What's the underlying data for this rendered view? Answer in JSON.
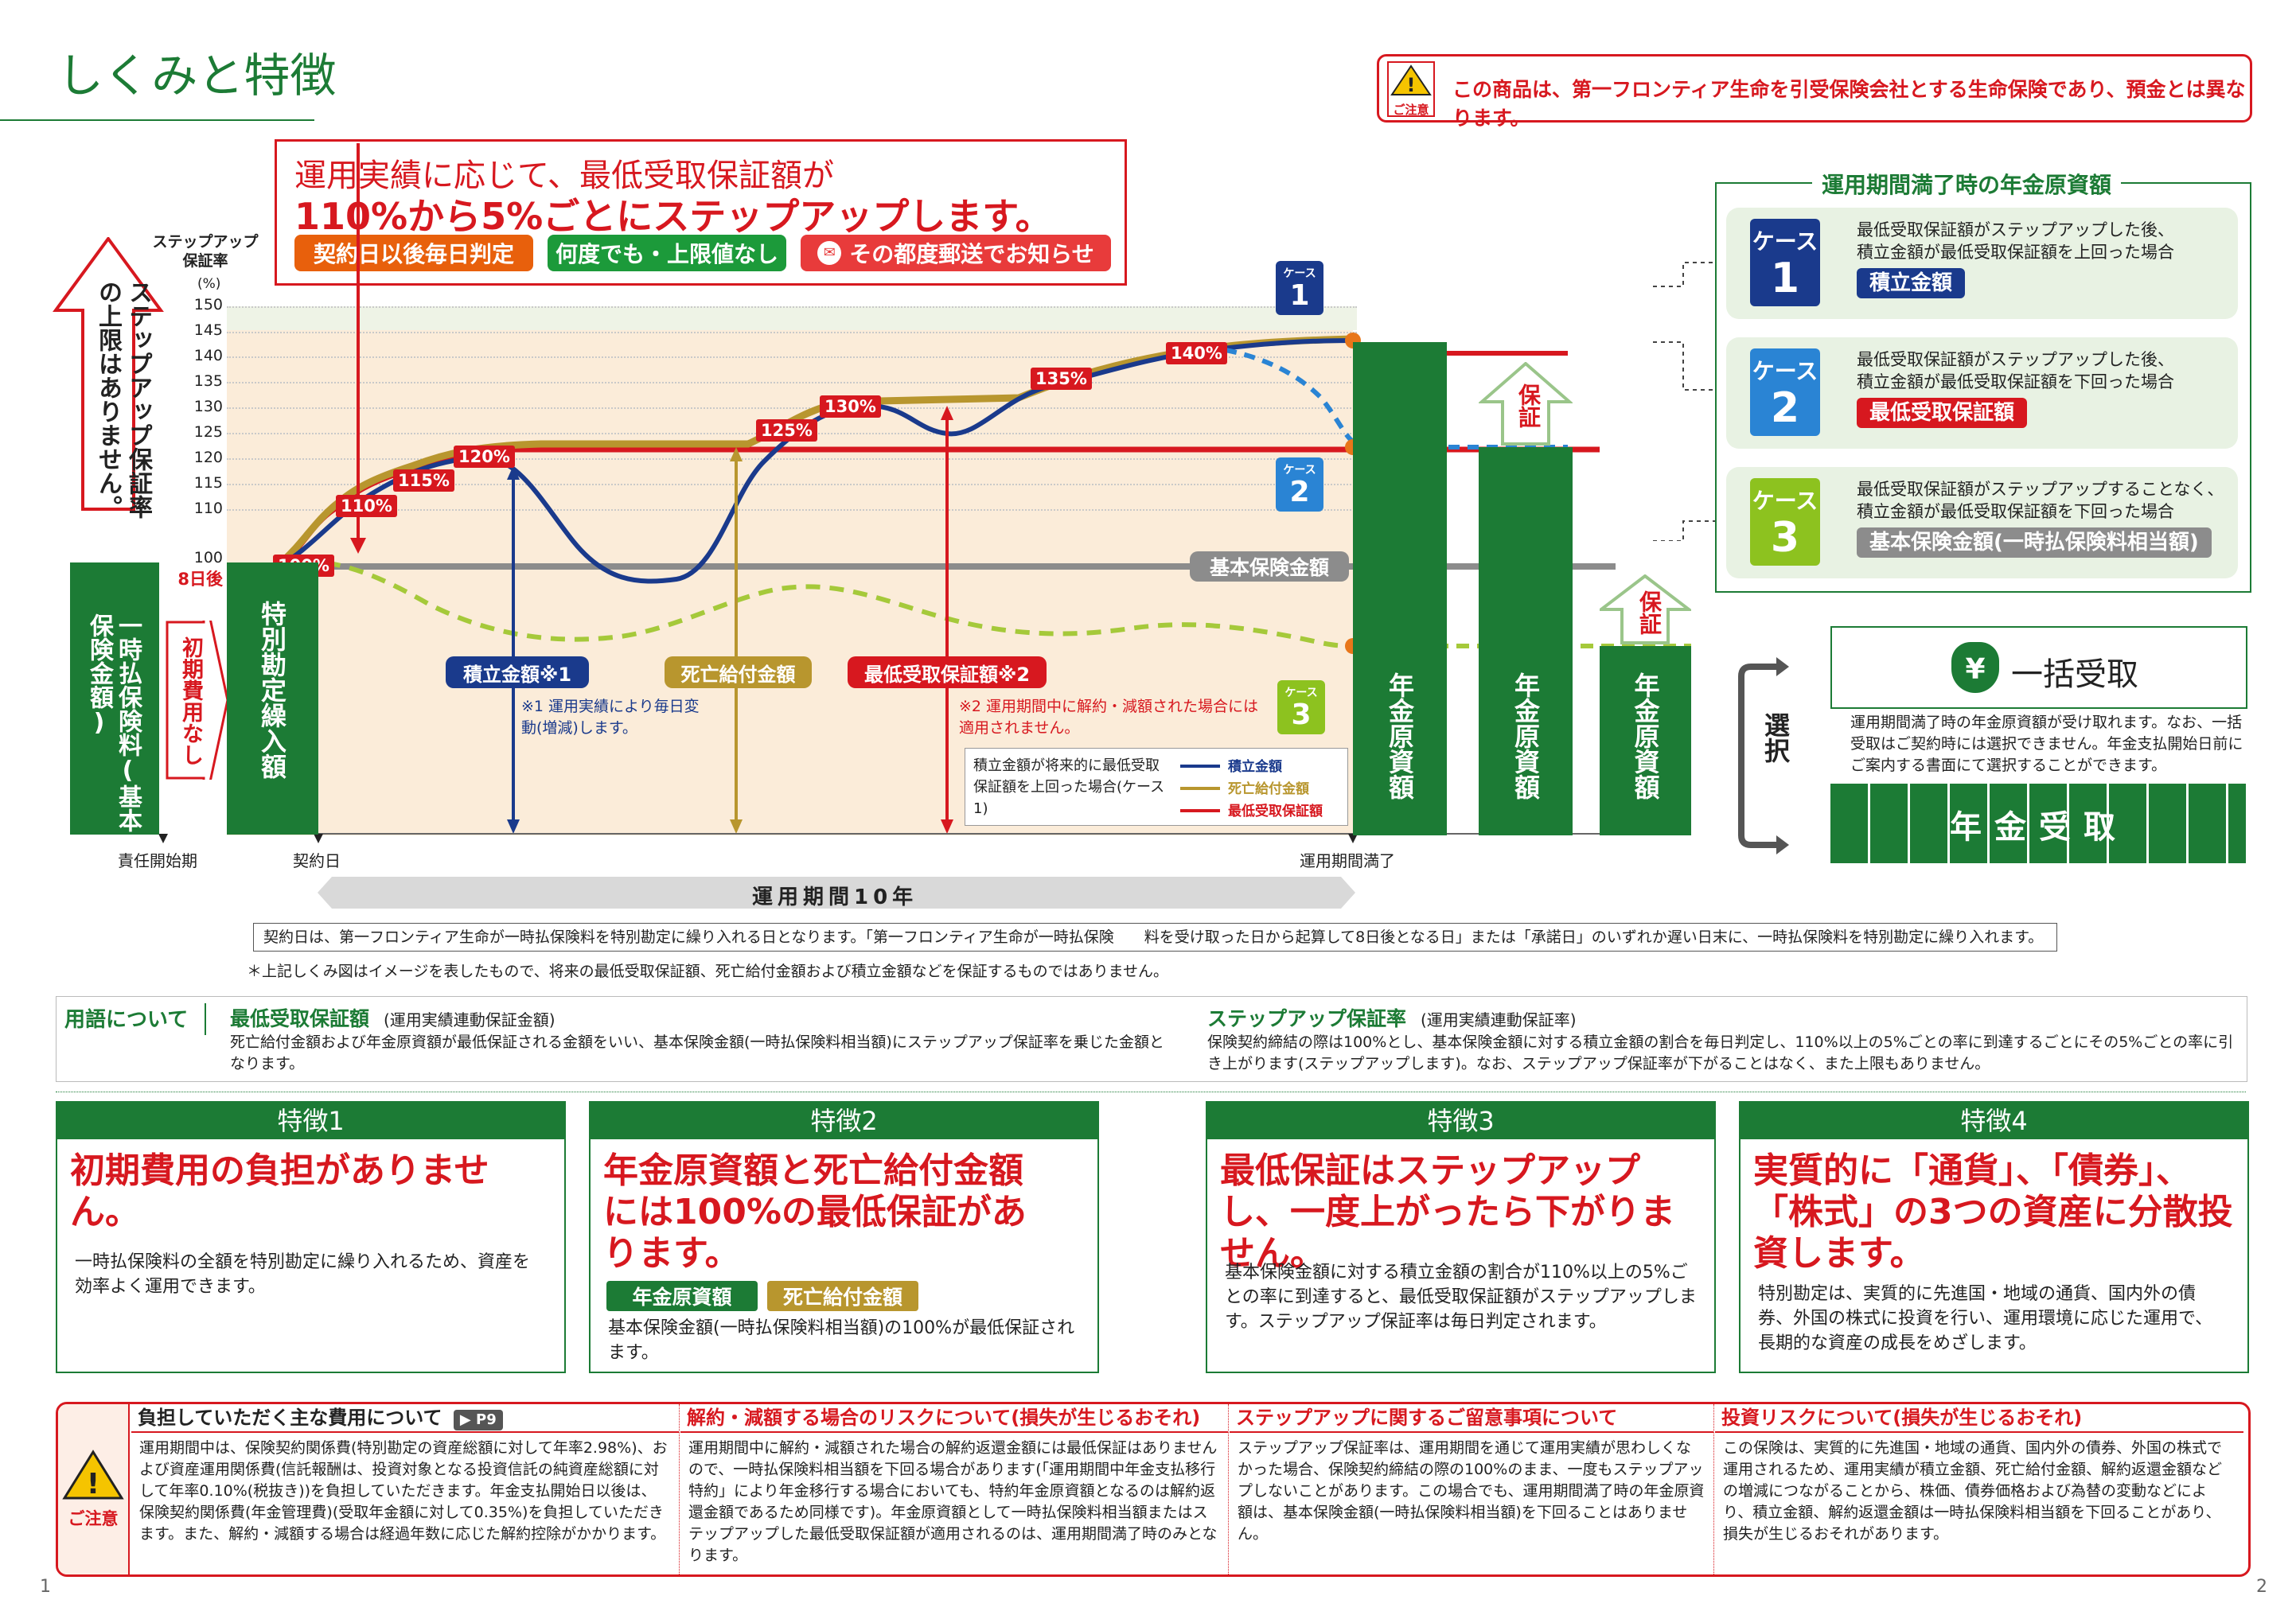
{
  "page_title": "しくみと特徴",
  "caution_top": {
    "badge": "ご注意",
    "text": "この商品は、第一フロンティア生命を引受保険会社とする生命保険であり、預金とは異なります。"
  },
  "headline": {
    "line1": "運用実績に応じて、最低受取保証額が",
    "line2": "110%から5%ごとにステップアップします。",
    "tags": [
      "契約日以後毎日判定",
      "何度でも・上限値なし",
      "その都度郵送でお知らせ"
    ]
  },
  "side_arrow_text": "ステップアップ保証率の上限はありません。",
  "y_axis": {
    "title": "ステップアップ保証率",
    "unit": "(%)",
    "ticks": [
      "150",
      "145",
      "140",
      "135",
      "130",
      "125",
      "120",
      "115",
      "110",
      "100"
    ],
    "eight_days": "8日後"
  },
  "steps": [
    "100%",
    "110%",
    "115%",
    "120%",
    "125%",
    "130%",
    "135%",
    "140%"
  ],
  "left_bars": {
    "base": "一時払保険料(基本保険金額)",
    "no_fee": "初期費用なし",
    "special": "特別勘定繰入額"
  },
  "base_amount_label": "基本保険金額",
  "guarantee_label": "保証",
  "case_badge_word": "ケース",
  "case_numbers": [
    "1",
    "2",
    "3"
  ],
  "annuity_bar_label": "年金原資額",
  "markers": {
    "accum": "積立金額※1",
    "death": "死亡給付金額",
    "minimum": "最低受取保証額※2",
    "note1": "※1 運用実績により毎日変動(増減)します。",
    "note2": "※2 運用期間中に解約・減額された場合には適用されません。"
  },
  "legend": {
    "text": "積立金額が将来的に最低受取保証額を上回った場合(ケース1)",
    "items": [
      "積立金額",
      "死亡給付金額",
      "最低受取保証額"
    ]
  },
  "x_axis": {
    "start": "責任開始期",
    "contract": "契約日",
    "end": "運用期間満了",
    "period": "運用期間10年"
  },
  "footnote_box": "契約日は、第一フロンティア生命が一時払保険料を特別勘定に繰り入れる日となります。「第一フロンティア生命が一時払保険　　料を受け取った日から起算して8日後となる日」または「承諾日」のいずれか遅い日末に、一時払保険料を特別勘定に繰り入れます。",
  "footnote_star": "＊上記しくみ図はイメージを表したもので、将来の最低受取保証額、死亡給付金額および積立金額などを保証するものではありません。",
  "cases_panel": {
    "title": "運用期間満了時の年金原資額",
    "cases": [
      {
        "text1": "最低受取保証額がステップアップした後、",
        "text2": "積立金額が最低受取保証額を上回った場合",
        "label": "積立金額"
      },
      {
        "text1": "最低受取保証額がステップアップした後、",
        "text2": "積立金額が最低受取保証額を下回った場合",
        "label": "最低受取保証額"
      },
      {
        "text1": "最低受取保証額がステップアップすることなく、",
        "text2": "積立金額が最低受取保証額を下回った場合",
        "label": "基本保険金額(一時払保険料相当額)"
      }
    ]
  },
  "choice": {
    "label": "選択",
    "lump_title": "一括受取",
    "lump_text": "運用期間満了時の年金原資額が受け取れます。なお、一括受取はご契約時には選択できません。年金支払開始日前にご案内する書面にて選択することができます。",
    "annuity_title": "年金受取"
  },
  "glossary": {
    "title": "用語について",
    "term1": "最低受取保証額",
    "term1_sub": "(運用実績連動保証金額)",
    "term1_text": "死亡給付金額および年金原資額が最低保証される金額をいい、基本保険金額(一時払保険料相当額)にステップアップ保証率を乗じた金額となります。",
    "term2": "ステップアップ保証率",
    "term2_sub": "(運用実績連動保証率)",
    "term2_text": "保険契約締結の際は100%とし、基本保険金額に対する積立金額の割合を毎日判定し、110%以上の5%ごとの率に到達するごとにその5%ごとの率に引き上がります(ステップアップします)。なお、ステップアップ保証率が下がることはなく、また上限もありません。"
  },
  "features": [
    {
      "head": "特徴1",
      "big": "初期費用の負担がありません。",
      "text": "一時払保険料の全額を特別勘定に繰り入れるため、資産を効率よく運用できます。"
    },
    {
      "head": "特徴2",
      "big": "年金原資額と死亡給付金額には100%の最低保証があります。",
      "tags": [
        "年金原資額",
        "死亡給付金額"
      ],
      "text": "基本保険金額(一時払保険料相当額)の100%が最低保証されます。"
    },
    {
      "head": "特徴3",
      "big": "最低保証はステップアップし、一度上がったら下がりません。",
      "text": "基本保険金額に対する積立金額の割合が110%以上の5%ごとの率に到達すると、最低受取保証額がステップアップします。ステップアップ保証率は毎日判定されます。"
    },
    {
      "head": "特徴4",
      "big": "実質的に「通貨」、「債券」、「株式」の3つの資産に分散投資します。",
      "text": "特別勘定は、実質的に先進国・地域の通貨、国内外の債券、外国の株式に投資を行い、運用環境に応じた運用で、長期的な資産の成長をめざします。"
    }
  ],
  "caution_bottom": {
    "badge": "ご注意",
    "cols": [
      {
        "head": "負担していただく主な費用について",
        "ref": "P9",
        "text": "運用期間中は、保険契約関係費(特別勘定の資産総額に対して年率2.98%)、および資産運用関係費(信託報酬は、投資対象となる投資信託の純資産総額に対して年率0.10%(税抜き))を負担していただきます。年金支払開始日以後は、保険契約関係費(年金管理費)(受取年金額に対して0.35%)を負担していただきます。また、解約・減額する場合は経過年数に応じた解約控除がかかります。"
      },
      {
        "head": "解約・減額する場合のリスクについて(損失が生じるおそれ)",
        "text": "運用期間中に解約・減額された場合の解約返還金額には最低保証はありませんので、一時払保険料相当額を下回る場合があります(「運用期間中年金支払移行特約」により年金移行する場合においても、特約年金原資額となるのは解約返還金額であるため同様です)。年金原資額として一時払保険料相当額またはステップアップした最低受取保証額が適用されるのは、運用期間満了時のみとなります。"
      },
      {
        "head": "ステップアップに関するご留意事項について",
        "text": "ステップアップ保証率は、運用期間を通じて運用実績が思わしくなかった場合、保険契約締結の際の100%のまま、一度もステップアップしないことがあります。この場合でも、運用期間満了時の年金原資額は、基本保険金額(一時払保険料相当額)を下回ることはありません。"
      },
      {
        "head": "投資リスクについて(損失が生じるおそれ)",
        "text": "この保険は、実質的に先進国・地域の通貨、国内外の債券、外国の株式で運用されるため、運用実績が積立金額、死亡給付金額、解約返還金額などの増減につながることから、株価、債券価格および為替の変動などにより、積立金額、解約返還金額は一時払保険料相当額を下回ることがあり、損失が生じるおそれがあります。"
      }
    ]
  },
  "page_numbers": [
    "1",
    "2"
  ],
  "colors": {
    "green": "#1c7b35",
    "red": "#d7181f",
    "navy": "#1a3a8c",
    "gold": "#b8962e",
    "lime": "#8dc21f"
  }
}
